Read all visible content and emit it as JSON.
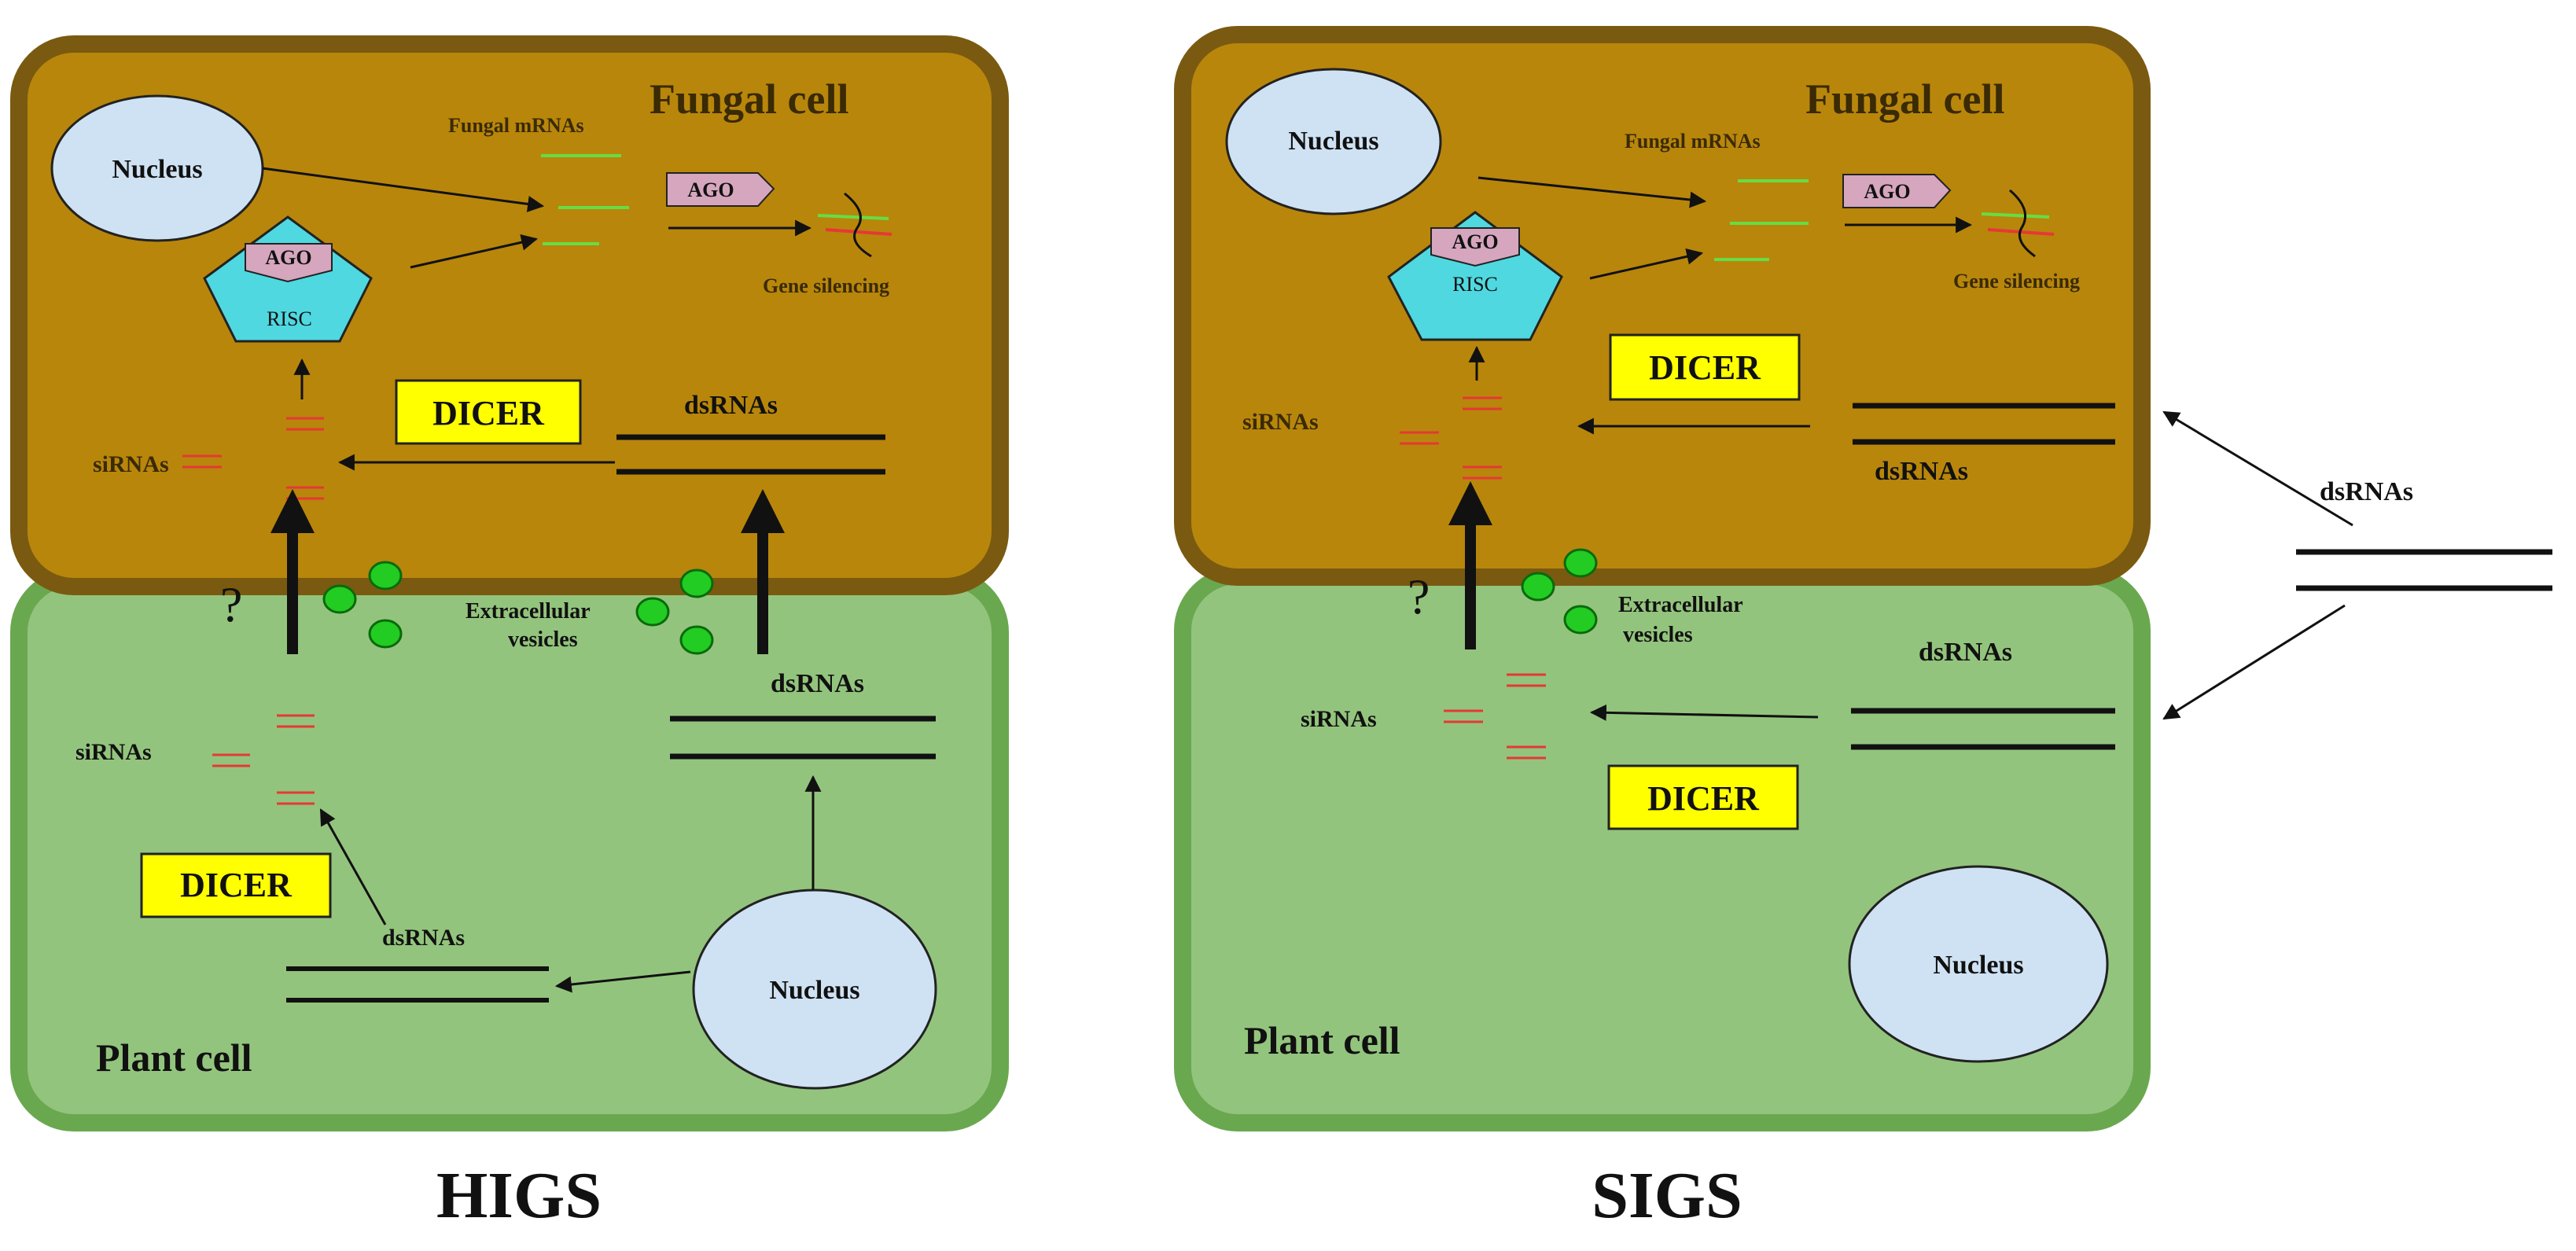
{
  "colors": {
    "fungal_fill": "#b8860b",
    "fungal_border": "#7a5a10",
    "plant_fill": "#93c47d",
    "plant_border": "#6aa84f",
    "nucleus_fill": "#cfe2f3",
    "risc_fill": "#4fd8e0",
    "ago_fill": "#d5a6bd",
    "dicer_fill": "#ffff00",
    "vesicle_fill": "#22cc22",
    "sirna_color": "#e53935",
    "mrna_color": "#66dd44"
  },
  "higs": {
    "caption": "HIGS",
    "fungal": {
      "title": "Fungal cell",
      "nucleus": "Nucleus",
      "fungal_mrnas": "Fungal mRNAs",
      "ago_top": "AGO",
      "ago_risc": "AGO",
      "risc": "RISC",
      "gene_silencing": "Gene silencing",
      "dicer": "DICER",
      "dsrnas": "dsRNAs",
      "sirnas": "siRNAs"
    },
    "question": "?",
    "extracellular_line1": "Extracellular",
    "extracellular_line2": "vesicles",
    "plant": {
      "title": "Plant cell",
      "sirnas": "siRNAs",
      "dicer": "DICER",
      "dsrnas_lower": "dsRNAs",
      "dsrnas_upper": "dsRNAs",
      "nucleus": "Nucleus"
    }
  },
  "sigs": {
    "caption": "SIGS",
    "fungal": {
      "title": "Fungal cell",
      "nucleus": "Nucleus",
      "fungal_mrnas": "Fungal mRNAs",
      "ago_top": "AGO",
      "ago_risc": "AGO",
      "risc": "RISC",
      "gene_silencing": "Gene silencing",
      "dicer": "DICER",
      "dsrnas": "dsRNAs",
      "sirnas": "siRNAs"
    },
    "question": "?",
    "extracellular_line1": "Extracellular",
    "extracellular_line2": "vesicles",
    "plant": {
      "title": "Plant cell",
      "sirnas": "siRNAs",
      "dicer": "DICER",
      "dsrnas": "dsRNAs",
      "nucleus": "Nucleus"
    },
    "external_dsrnas": "dsRNAs"
  }
}
